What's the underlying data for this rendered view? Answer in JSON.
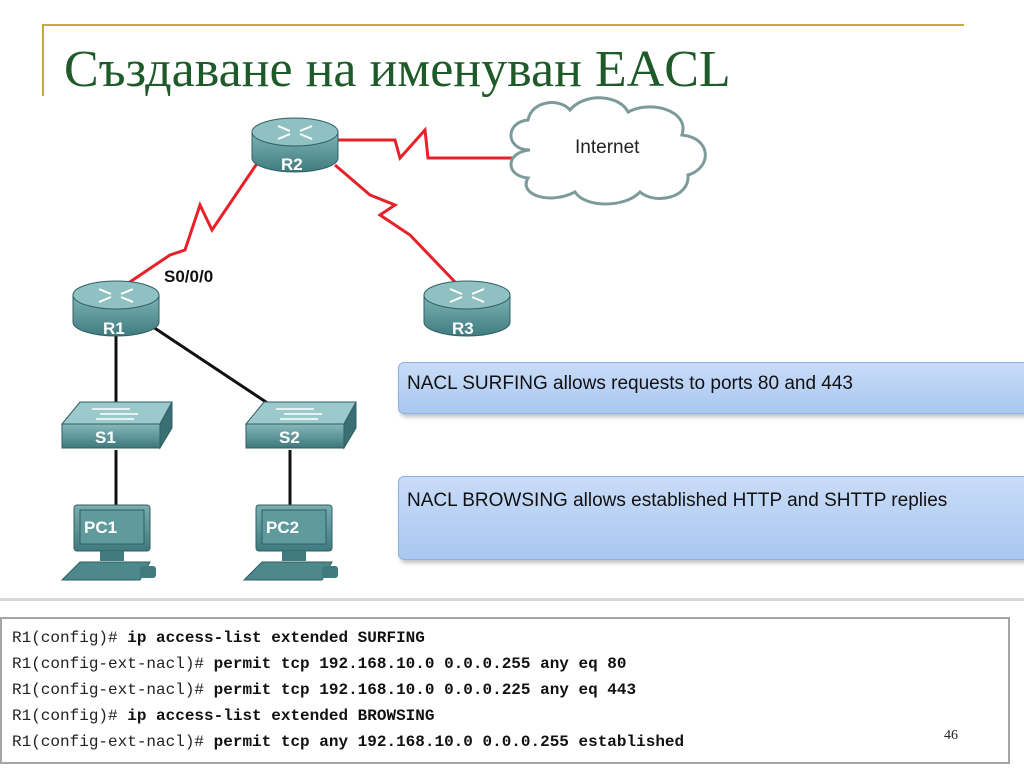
{
  "slide": {
    "title": "Създаване на именуван EACL",
    "page_number": "46"
  },
  "diagram": {
    "devices": {
      "r2": "R2",
      "r1": "R1",
      "r3": "R3",
      "s1": "S1",
      "s2": "S2",
      "pc1": "PC1",
      "pc2": "PC2"
    },
    "cloud_label": "Internet",
    "interface_label": "S0/0/0",
    "colors": {
      "serial_link": "#e8202a",
      "device": "#4f8c8f",
      "accent": "#1e5a2a"
    }
  },
  "notes": {
    "surfing": "NACL SURFING allows requests to ports 80 and 443",
    "browsing": "NACL BROWSING allows established HTTP and SHTTP replies"
  },
  "cli": [
    {
      "prompt": "R1(config)# ",
      "command": "ip access-list extended SURFING"
    },
    {
      "prompt": "R1(config-ext-nacl)# ",
      "command": "permit tcp 192.168.10.0 0.0.0.255 any eq 80"
    },
    {
      "prompt": "R1(config-ext-nacl)# ",
      "command": "permit tcp 192.168.10.0 0.0.0.225 any eq 443"
    },
    {
      "prompt": "R1(config)# ",
      "command": "ip access-list extended BROWSING"
    },
    {
      "prompt": "R1(config-ext-nacl)# ",
      "command": "permit tcp any 192.168.10.0 0.0.0.255 established"
    }
  ]
}
